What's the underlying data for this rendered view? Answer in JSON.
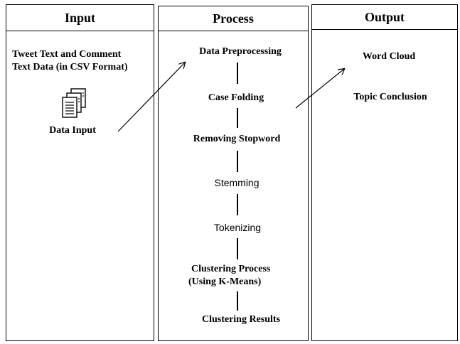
{
  "panels": {
    "input": {
      "title": "Input"
    },
    "process": {
      "title": "Process"
    },
    "output": {
      "title": "Output"
    }
  },
  "input": {
    "source_line1": "Tweet Text and Comment",
    "source_line2": "Text Data (in CSV Format)",
    "data_input_label": "Data Input",
    "document_icon": "document-stack-icon"
  },
  "process": {
    "steps": [
      "Data Preprocessing",
      "Case Folding",
      "Removing Stopword",
      "Stemming",
      "Tokenizing",
      "Clustering Process",
      "(Using K-Means)",
      "Clustering Results"
    ]
  },
  "output": {
    "word_cloud": "Word Cloud",
    "topic_conclusion": "Topic Conclusion"
  }
}
